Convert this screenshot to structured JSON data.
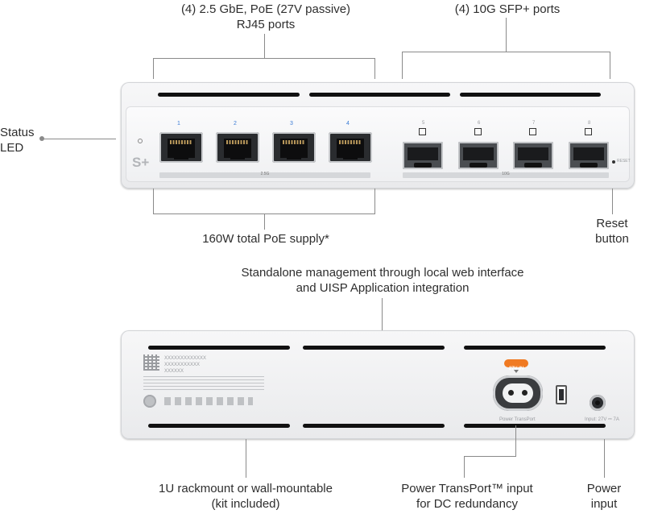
{
  "top_labels": {
    "rj45_ports": [
      "(4) 2.5 GbE, PoE (27V passive)",
      "RJ45 ports"
    ],
    "sfp_ports": "(4) 10G SFP+ ports",
    "status_led": [
      "Status",
      "LED"
    ],
    "poe_supply": "160W total PoE supply*",
    "reset_button": [
      "Reset",
      "button"
    ]
  },
  "front_panel": {
    "logo": "S+",
    "rj45_port_numbers": [
      "1",
      "2",
      "3",
      "4"
    ],
    "sfp_port_numbers": [
      "5",
      "6",
      "7",
      "8"
    ],
    "bar_25g": "2.5G",
    "bar_10g": "10G",
    "reset_text": "RESET"
  },
  "middle_label": [
    "Standalone management through local web interface",
    "and UISP Application integration"
  ],
  "rear_panel": {
    "label_lines": [
      "XXXXXXXXXXXXX",
      "XXXXXXXXXXX",
      "XXXXXX"
    ],
    "power_transport_badge": "27V IN",
    "power_transport_text": "Power TransPort",
    "power_input_text": "Input: 27V ⎓ 7A"
  },
  "bottom_labels": {
    "rackmount": [
      "1U rackmount or wall-mountable",
      "(kit included)"
    ],
    "power_transport": [
      "Power TransPort™ input",
      "for DC redundancy"
    ],
    "power_input": [
      "Power",
      "input"
    ]
  }
}
